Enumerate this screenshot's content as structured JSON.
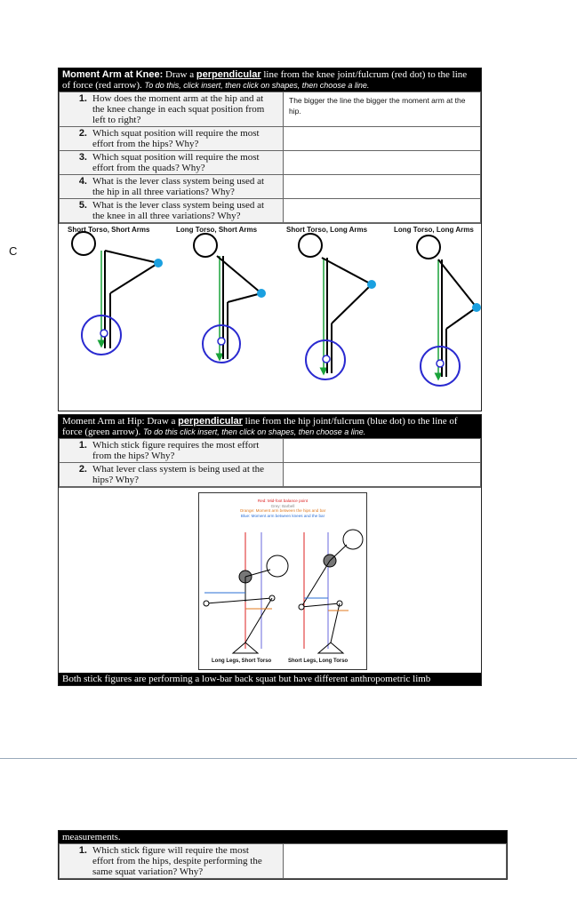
{
  "side_letter": "C",
  "knee_section": {
    "title": "Moment Arm at Knee:",
    "instr_pre": "Draw a",
    "instr_key": "perpendicular",
    "instr_post": "line from the knee joint/fulcrum (red dot) to the line",
    "instr_line2": "of force (red arrow).",
    "instr_italic": "To do this, click insert, then click on shapes, then choose a line.",
    "questions": [
      {
        "num": "1.",
        "text": "How does the moment arm at the hip and at the knee change in each squat position from left to right?",
        "answer": "The bigger the line the bigger the moment arm at the hip."
      },
      {
        "num": "2.",
        "text": "Which squat position will require the most effort from the hips? Why?",
        "answer": ""
      },
      {
        "num": "3.",
        "text": "Which squat position will require the most effort from the quads? Why?",
        "answer": ""
      },
      {
        "num": "4.",
        "text": "What is the lever class system being used at the hip in all three variations? Why?",
        "answer": ""
      },
      {
        "num": "5.",
        "text": "What is the lever class system being used at the knee in all three variations? Why?",
        "answer": ""
      }
    ],
    "figures": [
      "Short Torso, Short Arms",
      "Long Torso, Short Arms",
      "Short Torso, Long Arms",
      "Long Torso, Long Arms"
    ]
  },
  "hip_section": {
    "title": "Moment Arm at Hip:",
    "instr_pre": "Draw a",
    "instr_key": "perpendicular",
    "instr_post": "line from the hip joint/fulcrum (blue dot) to the line of",
    "instr_line2": "force (green arrow).",
    "instr_italic": "To do this click insert, then click on shapes, then choose a line.",
    "questions": [
      {
        "num": "1.",
        "text": "Which stick figure requires the most effort from the hips? Why?",
        "answer": ""
      },
      {
        "num": "2.",
        "text": "What lever class system is being used at the hips? Why?",
        "answer": ""
      }
    ],
    "inset": {
      "legend": [
        {
          "text": "Red: Mid-foot balance point",
          "color": "#d22"
        },
        {
          "text": "Grey: Barbell",
          "color": "#888"
        },
        {
          "text": "Orange: Moment arm between the hips and bar",
          "color": "#e07a1f"
        },
        {
          "text": "Blue: Moment arm between knees and the bar",
          "color": "#2a6fd6"
        }
      ],
      "captions": [
        "Long Legs, Short Torso",
        "Short Legs, Long Torso"
      ]
    },
    "caption_part1": "Both stick figures are performing a low-bar back squat but have different anthropometric limb"
  },
  "page2": {
    "caption_part2": "measurements.",
    "questions": [
      {
        "num": "1.",
        "text": "Which stick figure will require the most effort from the hips, despite performing the same squat variation? Why?",
        "answer": ""
      }
    ]
  },
  "colors": {
    "force_line": "#1aa33a",
    "hip_dot": "#1aa0e0",
    "joint_circle": "#2a2ad0"
  }
}
